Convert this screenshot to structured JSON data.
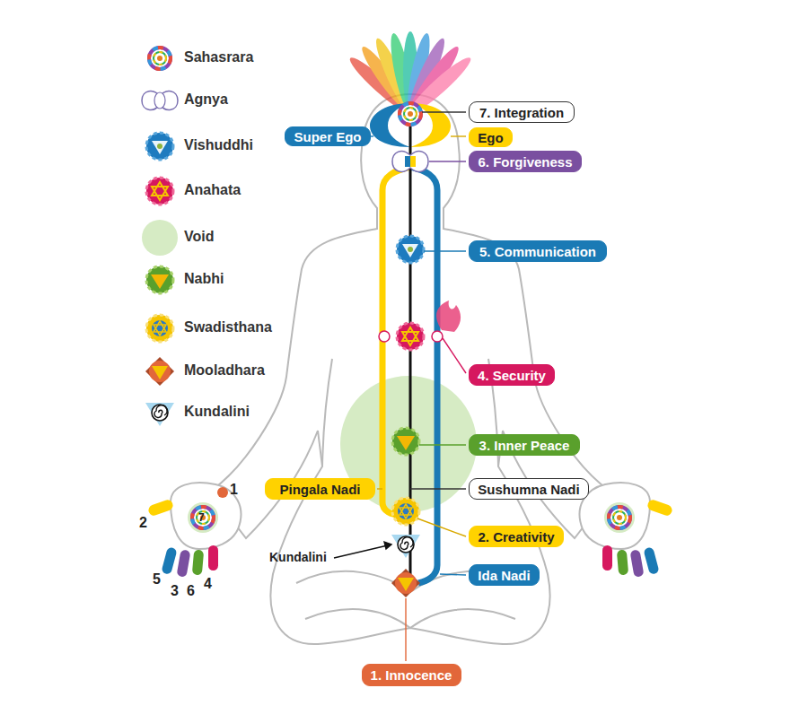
{
  "diagram": {
    "nodes": [
      {
        "text": [
          "7. Integration"
        ]
      },
      {
        "text": [
          "Super Ego"
        ]
      },
      {
        "text": [
          "Ego"
        ]
      },
      {
        "text": [
          "6. Forgiveness"
        ]
      },
      {
        "text": [
          "5. Communication"
        ]
      },
      {
        "text": [
          "4. Security"
        ]
      },
      {
        "text": [
          "3. Inner Peace"
        ]
      },
      {
        "text": [
          "Pingala Nadi"
        ]
      },
      {
        "text": [
          "Sushumna Nadi"
        ]
      },
      {
        "text": [
          "2. Creativity"
        ]
      },
      {
        "text": [
          "Ida Nadi"
        ]
      },
      {
        "text": [
          "1. Innocence"
        ]
      }
    ],
    "labels": [
      "1",
      "7",
      "2",
      "Kundalini",
      "5",
      "3",
      "6",
      "4"
    ],
    "legend": [
      {
        "text": "Sahasrara"
      },
      {
        "text": "Agnya"
      },
      {
        "text": "Vishuddhi"
      },
      {
        "text": "Anahata"
      },
      {
        "text": "Void"
      },
      {
        "text": "Nabhi"
      },
      {
        "text": "Swadisthana"
      },
      {
        "text": "Mooladhara"
      },
      {
        "text": "Kundalini"
      }
    ]
  }
}
